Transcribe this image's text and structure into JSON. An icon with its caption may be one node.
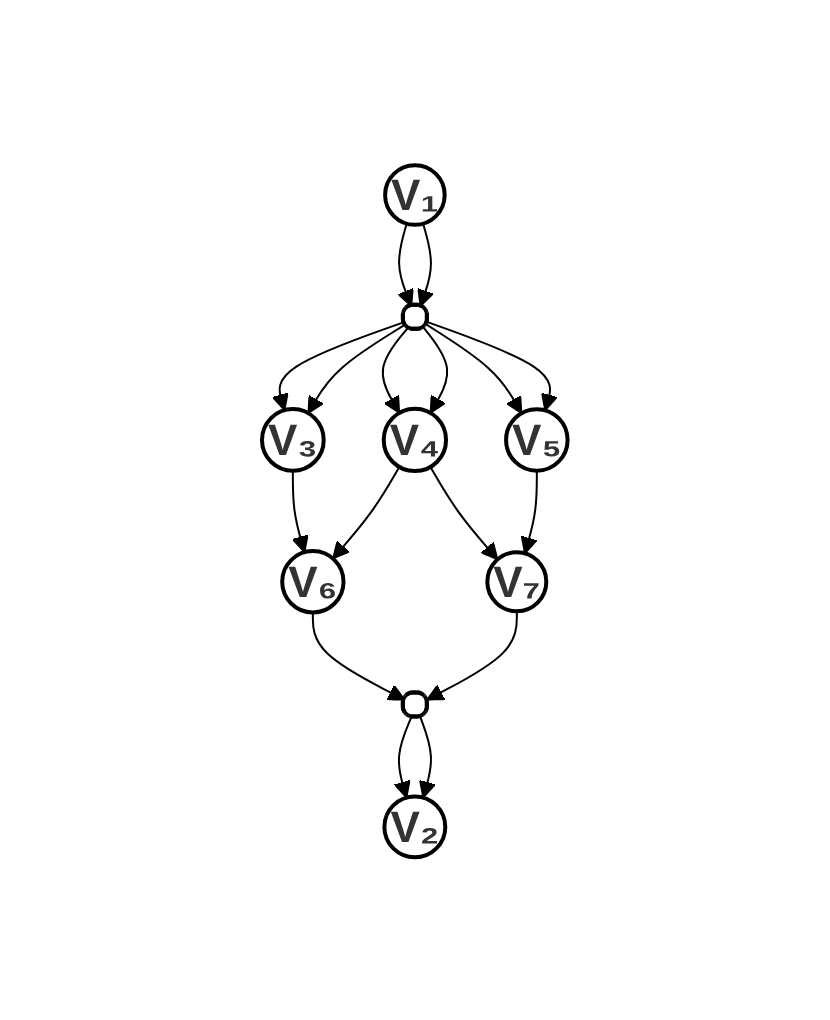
{
  "diagram": {
    "nodes": [
      {
        "text": [
          "V₁"
        ]
      },
      {
        "text": [],
        "shape": "box"
      },
      {
        "text": [
          "V₃"
        ]
      },
      {
        "text": [
          "V₄"
        ]
      },
      {
        "text": [
          "V₅"
        ]
      },
      {
        "text": [
          "V₆"
        ]
      },
      {
        "text": [
          "V₇"
        ]
      },
      {
        "text": [],
        "shape": "box"
      },
      {
        "text": [
          "V₂"
        ]
      }
    ],
    "edges": [
      {
        "from": 0,
        "to": 1,
        "arrow": "to"
      },
      {
        "from": 0,
        "to": 1,
        "arrow": "to"
      },
      {
        "from": 1,
        "to": 2,
        "arrow": "to"
      },
      {
        "from": 1,
        "to": 2,
        "arrow": "to"
      },
      {
        "from": 1,
        "to": 3,
        "arrow": "to"
      },
      {
        "from": 1,
        "to": 3,
        "arrow": "to"
      },
      {
        "from": 1,
        "to": 4,
        "arrow": "to"
      },
      {
        "from": 1,
        "to": 4,
        "arrow": "to"
      },
      {
        "from": 2,
        "to": 5,
        "arrow": "to"
      },
      {
        "from": 3,
        "to": 5,
        "arrow": "to"
      },
      {
        "from": 3,
        "to": 6,
        "arrow": "to"
      },
      {
        "from": 4,
        "to": 6,
        "arrow": "to"
      },
      {
        "from": 5,
        "to": 7,
        "arrow": "to"
      },
      {
        "from": 6,
        "to": 7,
        "arrow": "to"
      },
      {
        "from": 7,
        "to": 8,
        "arrow": "to"
      },
      {
        "from": 7,
        "to": 8,
        "arrow": "to"
      }
    ]
  }
}
